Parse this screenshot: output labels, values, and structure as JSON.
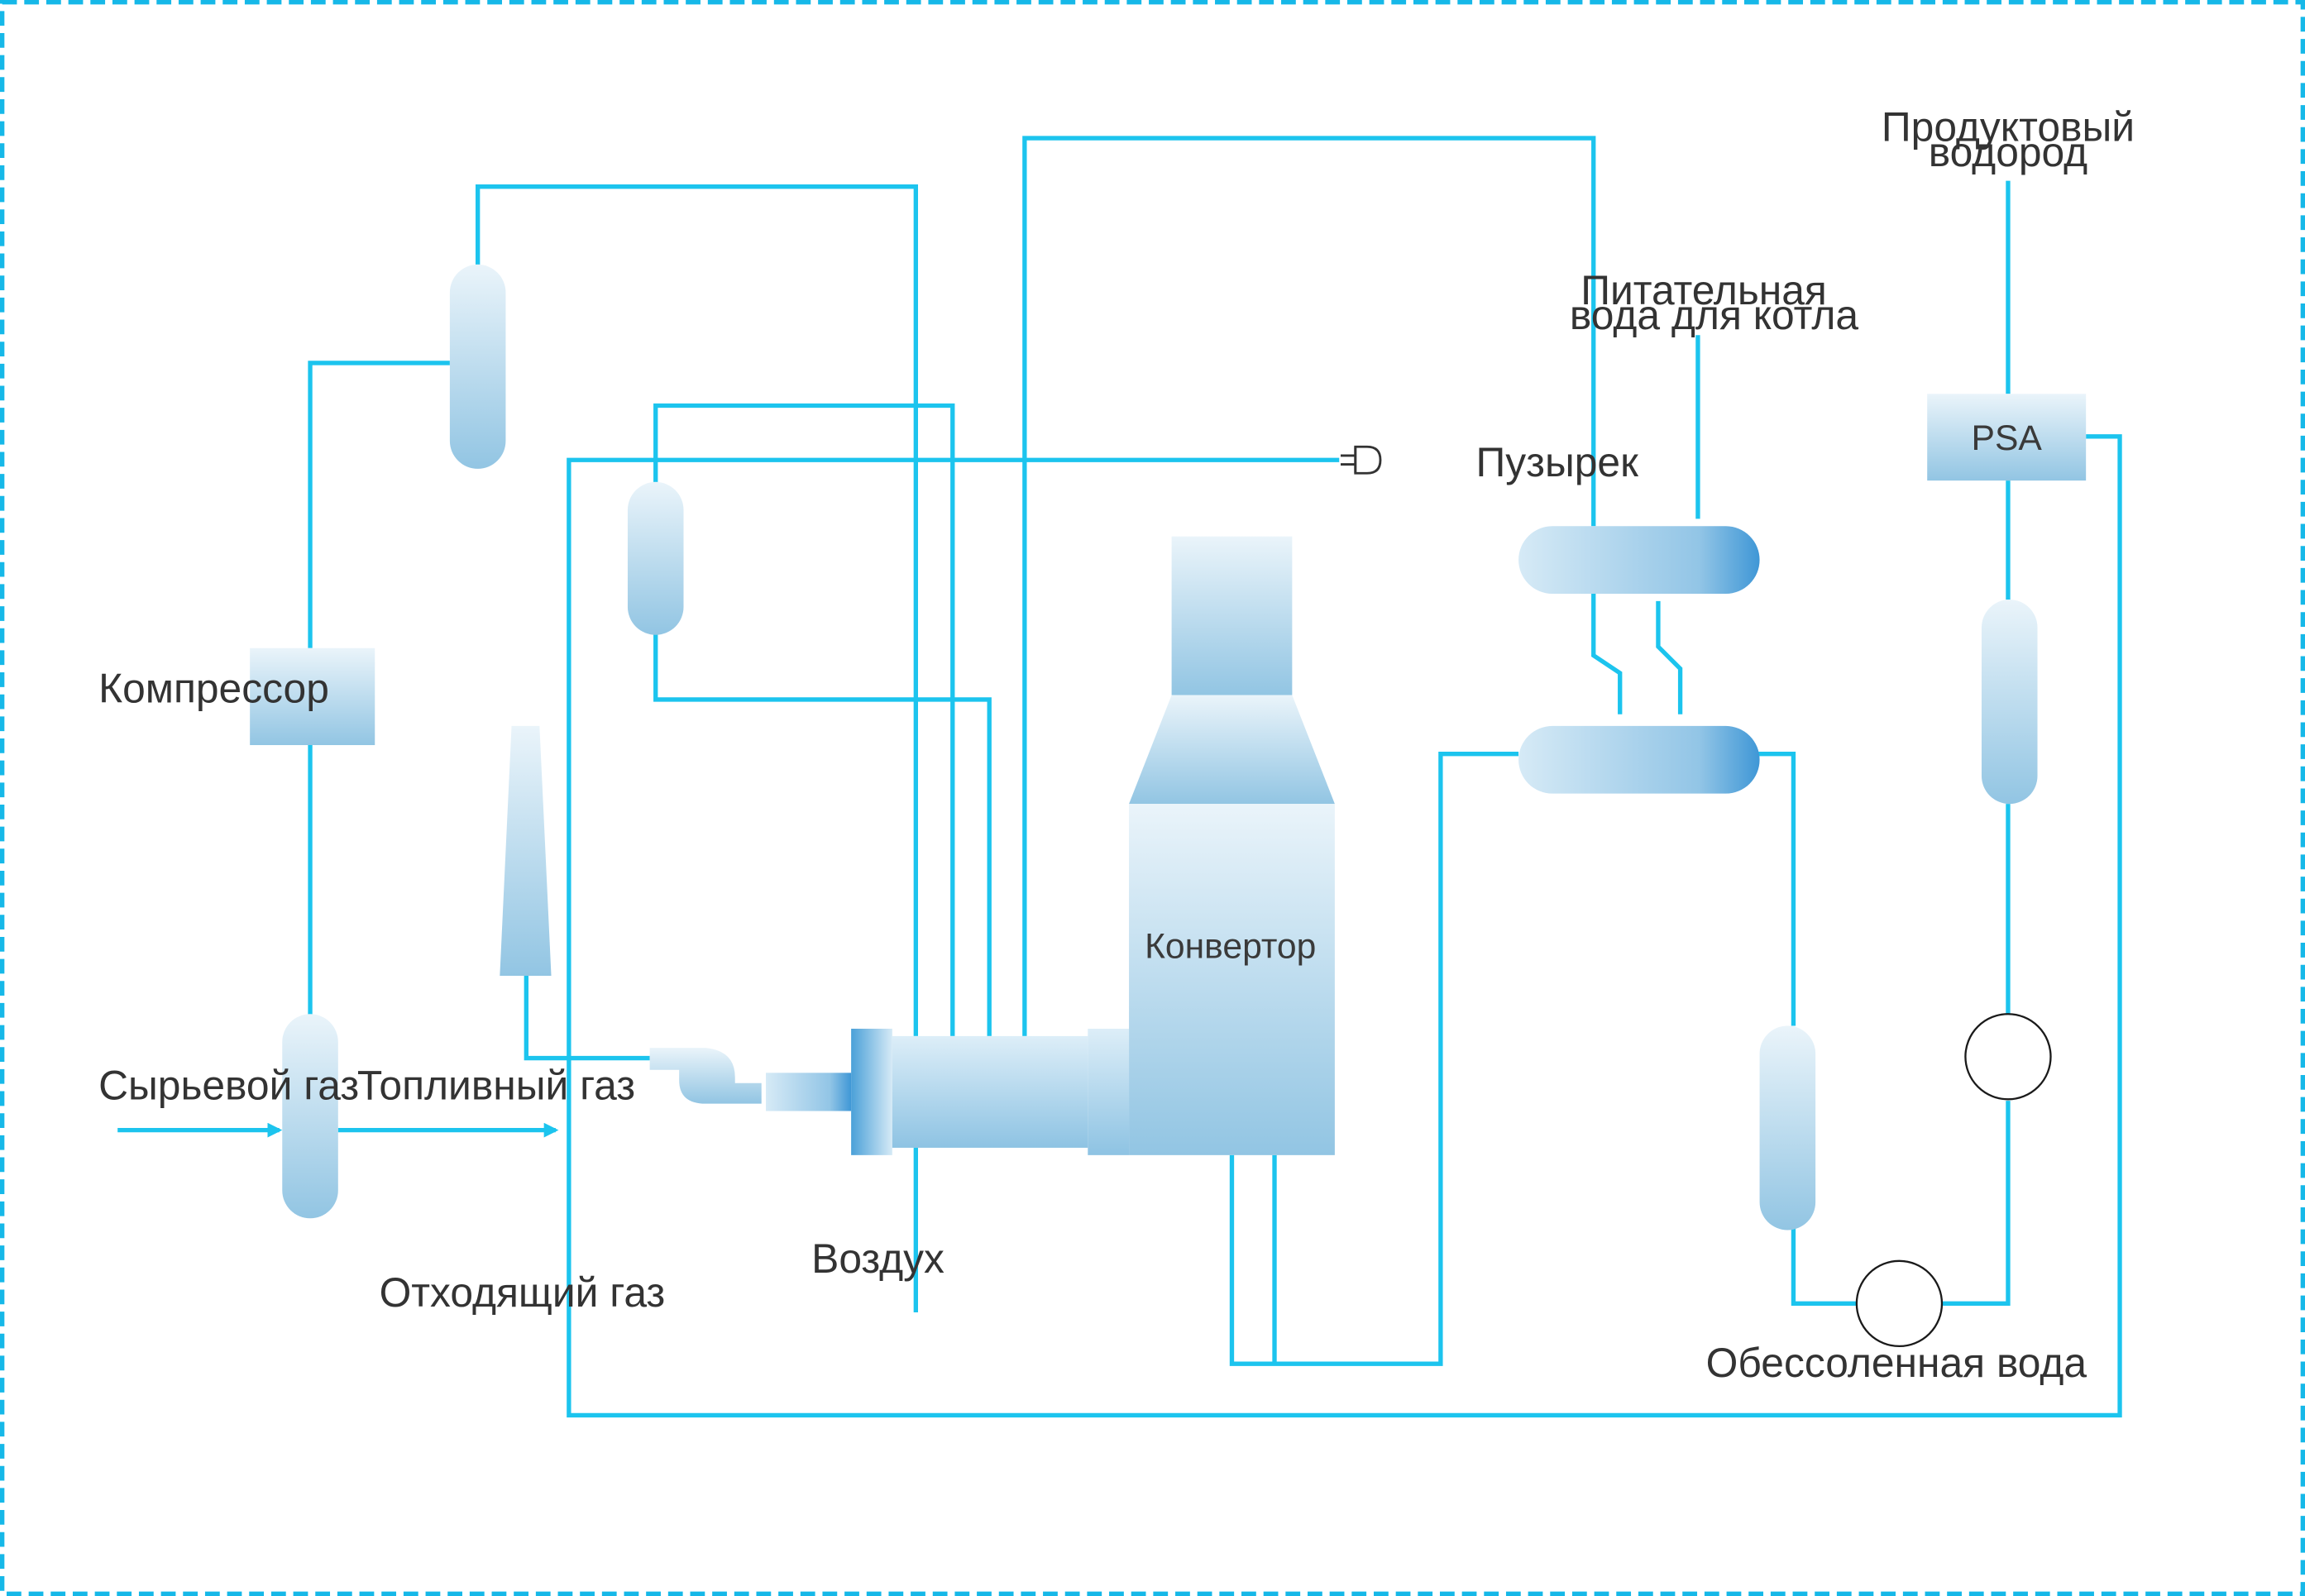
{
  "colors": {
    "pipe": "#1cc4ee",
    "frame": "#16b8e8",
    "vessel_light": "#e9f3f9",
    "vessel_dark": "#93c6e3",
    "vessel_accent": "#4aa0d8",
    "text": "#333333"
  },
  "labels": {
    "compressor": "Компрессор",
    "raw_gas": "Сырьевой газ",
    "fuel_gas": "Топливный газ",
    "off_gas": "Отходящий газ",
    "air": "Воздух",
    "converter": "Конвертор",
    "bubble_line1": "Пузырек",
    "boiler_water_line1": "Питательная",
    "boiler_water_line2": "вода для котла",
    "product_h2_line1": "Продуктовый",
    "product_h2_line2": "водород",
    "psa": "PSA",
    "demin_water": "Обессоленная вода"
  },
  "icons": {
    "vent": "vent-outlet-icon",
    "pump": "pump-circle-icon",
    "flow_arrow": "arrow-right-icon"
  }
}
